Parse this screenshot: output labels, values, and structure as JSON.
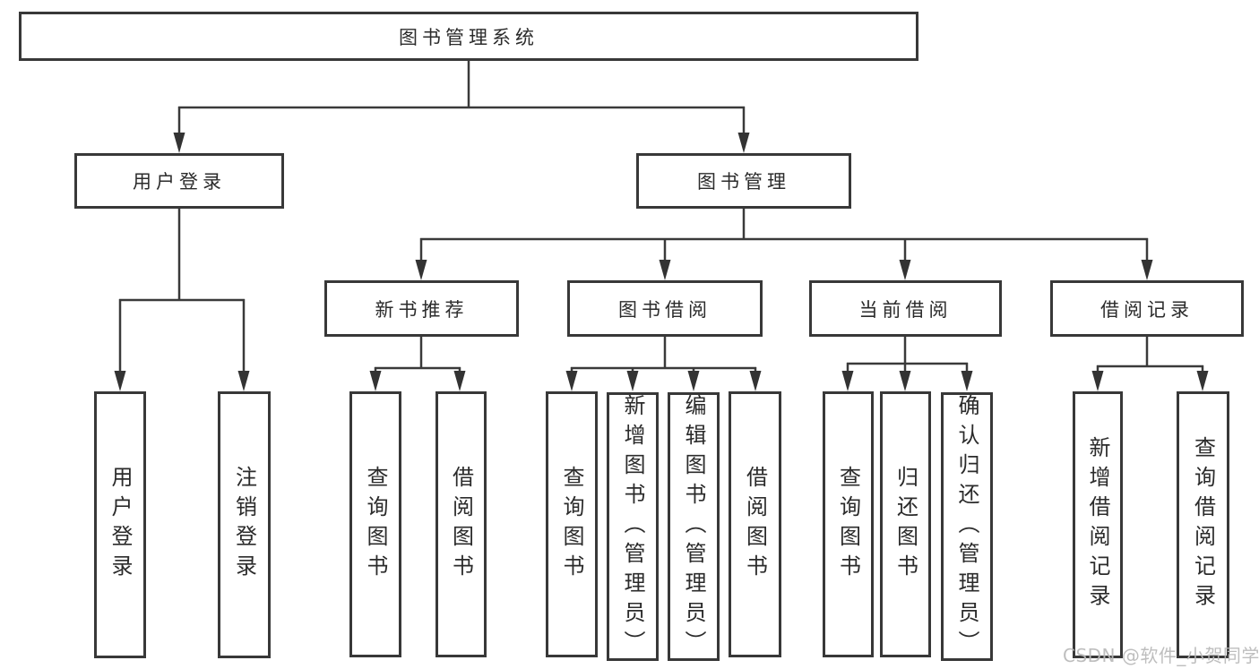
{
  "diagram": {
    "root": {
      "label": "图书管理系统"
    },
    "branches": [
      {
        "label": "用户登录",
        "children": [
          {
            "label": "用户登录"
          },
          {
            "label": "注销登录"
          }
        ]
      },
      {
        "label": "图书管理",
        "children": [
          {
            "label": "新书推荐",
            "children": [
              {
                "label": "查询图书"
              },
              {
                "label": "借阅图书"
              }
            ]
          },
          {
            "label": "图书借阅",
            "children": [
              {
                "label": "查询图书"
              },
              {
                "label": "新增图书（管理员）"
              },
              {
                "label": "编辑图书（管理员）"
              },
              {
                "label": "借阅图书"
              }
            ]
          },
          {
            "label": "当前借阅",
            "children": [
              {
                "label": "查询图书"
              },
              {
                "label": "归还图书"
              },
              {
                "label": "确认归还（管理员）"
              }
            ]
          },
          {
            "label": "借阅记录",
            "children": [
              {
                "label": "新增借阅记录"
              },
              {
                "label": "查询借阅记录"
              }
            ]
          }
        ]
      }
    ]
  },
  "watermark": {
    "text": "CSDN @软件_小贺同学"
  },
  "colors": {
    "line": "#3a3a3a",
    "box_border": "#383838",
    "text": "#2b2b2b",
    "watermark": "#b9b9b9",
    "background": "#ffffff"
  }
}
